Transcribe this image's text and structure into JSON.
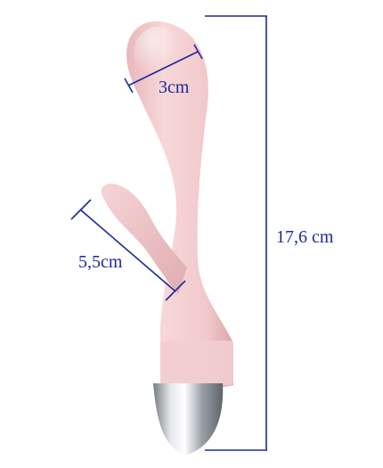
{
  "image": {
    "subject": "pink dual-arm silicone product",
    "colors": {
      "body_pink": "#f0c8ca",
      "body_shadow": "#d9a7ab",
      "chrome_light": "#f1f3f5",
      "chrome_dark": "#6e737a",
      "dimension_blue": "#1b2a9a"
    }
  },
  "measurements": {
    "tip_width": "3cm",
    "arm_length": "5,5cm",
    "total_length": "17,6 cm"
  }
}
